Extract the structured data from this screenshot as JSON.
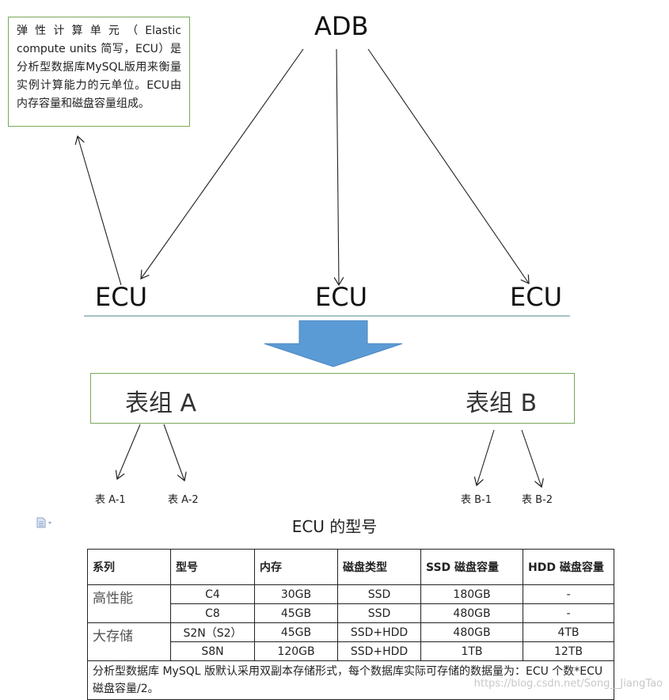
{
  "note": {
    "text": "弹性计算单元（Elastic compute units 简写，ECU）是分析型数据库MySQL版用来衡量实例计算能力的元单位。ECU由内存容量和磁盘容量组成。"
  },
  "root_label": "ADB",
  "ecu_nodes": [
    "ECU",
    "ECU",
    "ECU"
  ],
  "groups": [
    {
      "label": "表组 A",
      "tables": [
        "表 A-1",
        "表 A-2"
      ]
    },
    {
      "label": "表组 B",
      "tables": [
        "表 B-1",
        "表 B-2"
      ]
    }
  ],
  "colors": {
    "box_border": "#7aa85a",
    "arrow_fill": "#5b9bd5",
    "divider": "#4f8a8b"
  },
  "table": {
    "title": "ECU 的型号",
    "headers": [
      "系列",
      "型号",
      "内存",
      "磁盘类型",
      "SSD 磁盘容量",
      "HDD 磁盘容量"
    ],
    "groups": [
      {
        "series": "高性能",
        "rows": [
          [
            "C4",
            "30GB",
            "SSD",
            "180GB",
            "-"
          ],
          [
            "C8",
            "45GB",
            "SSD",
            "480GB",
            "-"
          ]
        ]
      },
      {
        "series": "大存储",
        "rows": [
          [
            "S2N（S2）",
            "45GB",
            "SSD+HDD",
            "480GB",
            "4TB"
          ],
          [
            "S8N",
            "120GB",
            "SSD+HDD",
            "1TB",
            "12TB"
          ]
        ]
      }
    ],
    "footnote": "分析型数据库 MySQL 版默认采用双副本存储形式，每个数据库实际可存储的数据量为：ECU 个数*ECU 磁盘容量/2。"
  },
  "watermark": "https://blog.csdn.net/Song__JiangTao"
}
